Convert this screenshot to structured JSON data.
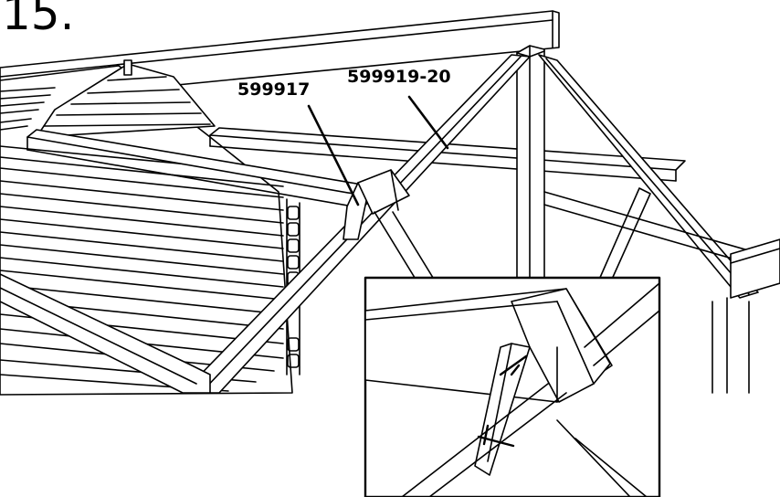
{
  "step": {
    "number": "15."
  },
  "parts": [
    {
      "id": "599917"
    },
    {
      "id": "599919-20"
    }
  ],
  "detail_view": {
    "fasteners": 2
  }
}
